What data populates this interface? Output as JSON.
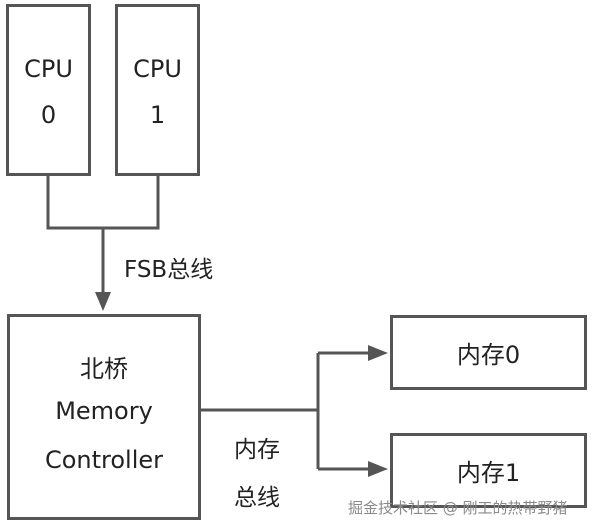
{
  "cpus": [
    {
      "line1": "CPU",
      "line2": "0"
    },
    {
      "line1": "CPU",
      "line2": "1"
    }
  ],
  "fsb_label": "FSB总线",
  "northbridge": {
    "line1": "北桥",
    "line2": "Memory",
    "line3": "Controller"
  },
  "memory_bus_label": {
    "line1": "内存",
    "line2": "总线"
  },
  "memories": [
    {
      "label": "内存0"
    },
    {
      "label": "内存1"
    }
  ],
  "watermark": "掘金技术社区 @ 刚工的热带野猪",
  "colors": {
    "stroke": "#555555",
    "text": "#222222",
    "watermark": "#8a8a8a"
  }
}
